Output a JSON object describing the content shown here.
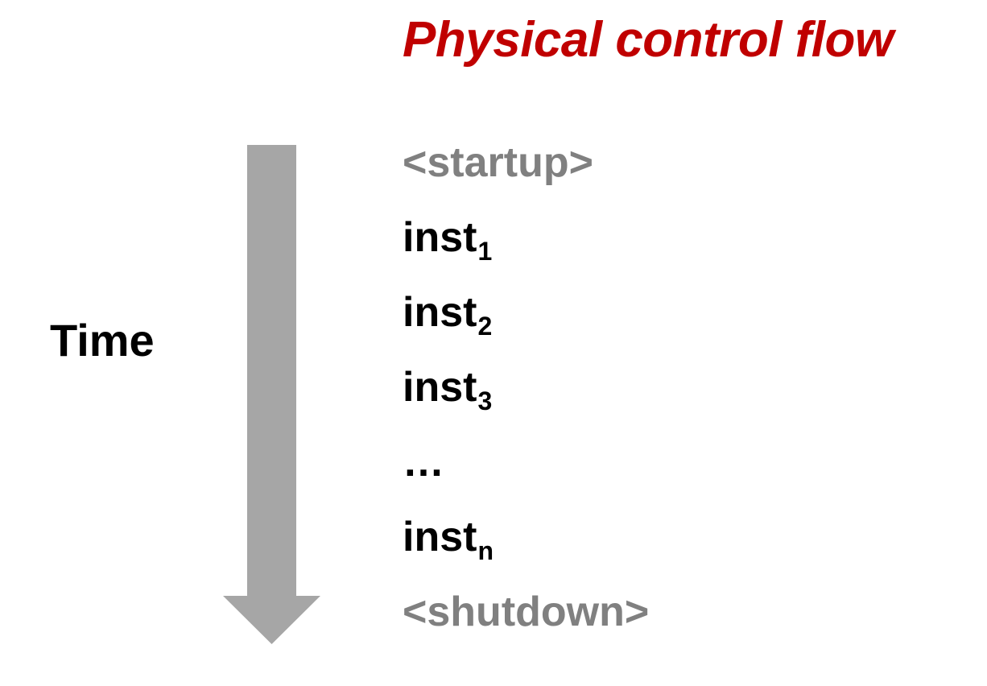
{
  "slide": {
    "title": "Physical control flow",
    "title_color": "#C00000",
    "background": "#ffffff"
  },
  "axis": {
    "label": "Time",
    "label_color": "#000000",
    "arrow_color": "#A6A6A6",
    "arrow_direction": "down"
  },
  "flow": {
    "muted_color": "#808080",
    "text_color": "#000000",
    "lines": [
      {
        "base": "<startup>",
        "sub": "",
        "style": "muted"
      },
      {
        "base": "inst",
        "sub": "1",
        "style": "normal"
      },
      {
        "base": "inst",
        "sub": "2",
        "style": "normal"
      },
      {
        "base": "inst",
        "sub": "3",
        "style": "normal"
      },
      {
        "base": "…",
        "sub": "",
        "style": "ellipsis"
      },
      {
        "base": "inst",
        "sub": "n",
        "style": "normal"
      },
      {
        "base": "<shutdown>",
        "sub": "",
        "style": "muted"
      }
    ]
  }
}
